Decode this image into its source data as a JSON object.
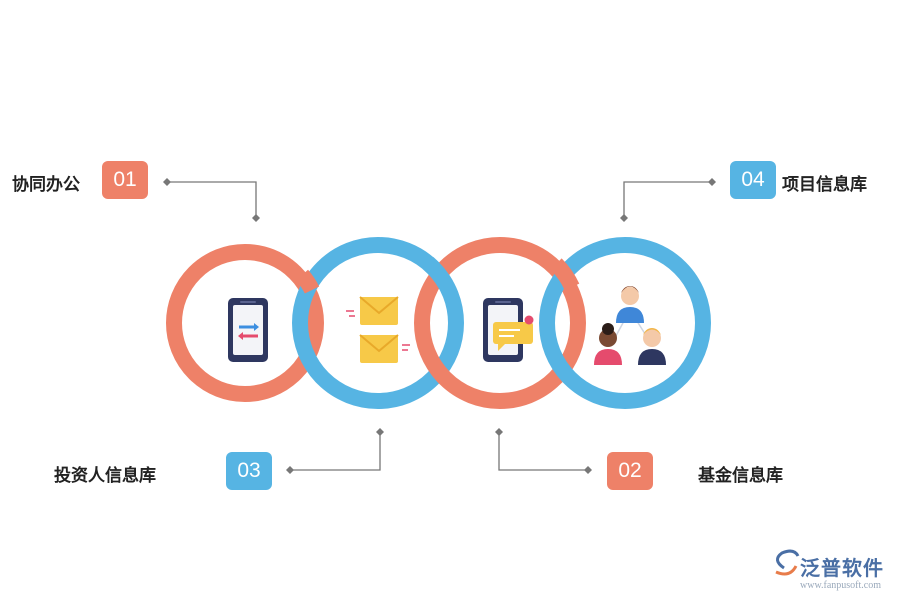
{
  "items": [
    {
      "num": "01",
      "label": "协同办公",
      "color": "#ee8168"
    },
    {
      "num": "02",
      "label": "基金信息库",
      "color": "#ee8168"
    },
    {
      "num": "03",
      "label": "投资人信息库",
      "color": "#56b4e3"
    },
    {
      "num": "04",
      "label": "项目信息库",
      "color": "#56b4e3"
    }
  ],
  "logo": {
    "name": "泛普软件",
    "url": "www.fanpusoft.com"
  },
  "icons": [
    "phone-transfer-icon",
    "envelopes-icon",
    "phone-message-icon",
    "people-icon"
  ]
}
